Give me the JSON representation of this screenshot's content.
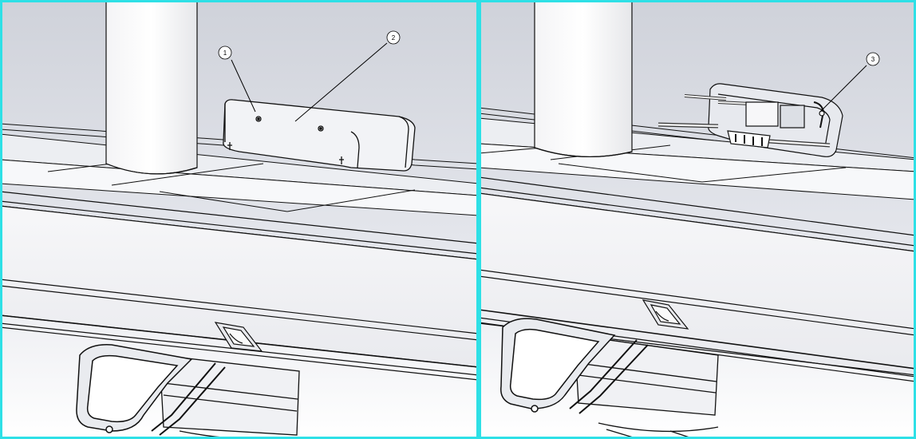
{
  "figure": {
    "border_color": "#2ee0e6",
    "panels": [
      {
        "id": "left",
        "callouts": [
          {
            "label": "1"
          },
          {
            "label": "2"
          }
        ]
      },
      {
        "id": "right",
        "callouts": [
          {
            "label": "3"
          }
        ]
      }
    ]
  }
}
